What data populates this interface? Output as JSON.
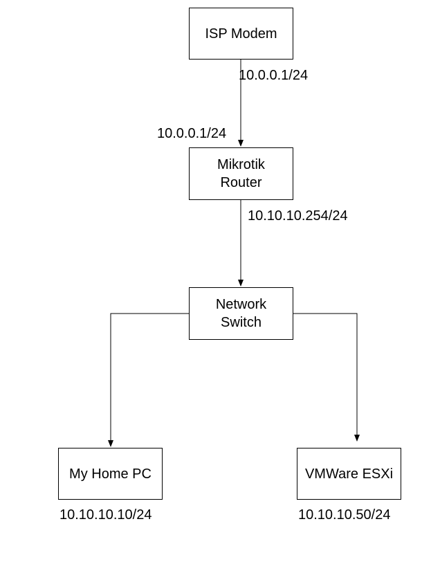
{
  "nodes": {
    "isp_modem": "ISP Modem",
    "mikrotik_router": "Mikrotik\nRouter",
    "network_switch": "Network\nSwitch",
    "home_pc": "My Home PC",
    "vmware_esxi": "VMWare ESXi"
  },
  "labels": {
    "modem_ip": "10.0.0.1/24",
    "router_wan_ip": "10.0.0.1/24",
    "router_lan_ip": "10.10.10.254/24",
    "home_pc_ip": "10.10.10.10/24",
    "esxi_ip": "10.10.10.50/24"
  },
  "colors": {
    "stroke": "#000000",
    "fill": "#ffffff"
  }
}
